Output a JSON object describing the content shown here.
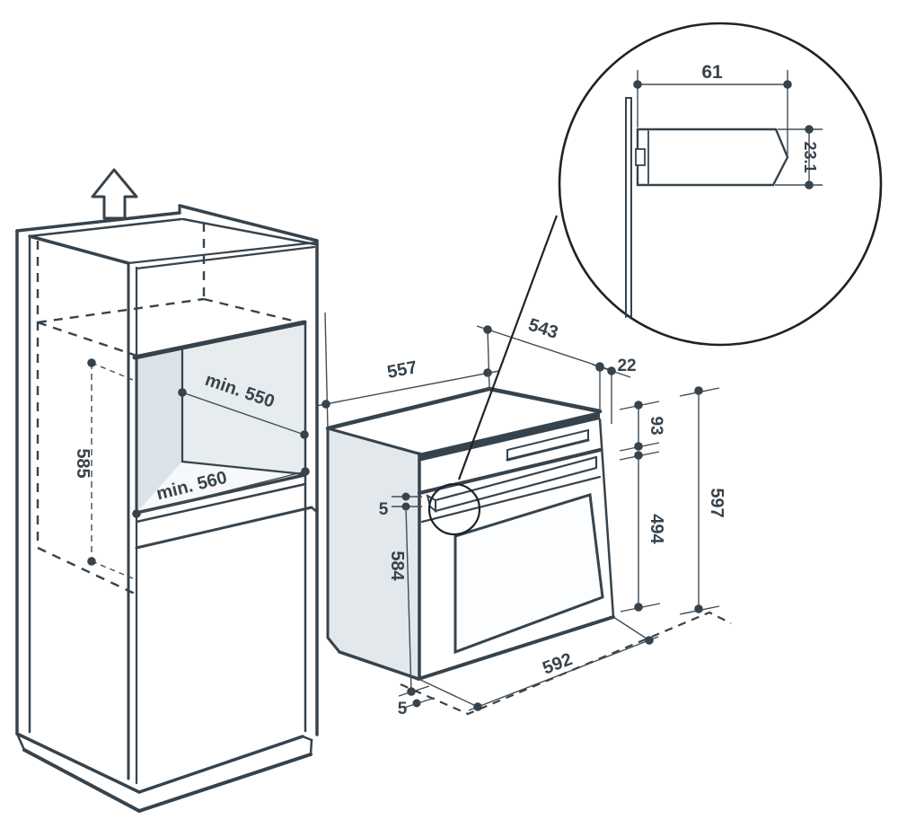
{
  "colors": {
    "line": "#37434c",
    "dim_line": "#414d56",
    "oven_side_gray": "#e2e8ec",
    "niche_wall_gray": "#dce3e8",
    "niche_back_gray": "#e7ecef"
  },
  "dims": {
    "niche_height": "585",
    "niche_depth": "min. 550",
    "niche_width": "min. 560",
    "oven_top_width": "557",
    "oven_top_depth": "543",
    "door_protrusion": "22",
    "control_panel_height": "93",
    "door_height": "494",
    "oven_total_height": "597",
    "oven_body_height": "584",
    "top_gap": "5",
    "bottom_gap": "5",
    "oven_front_width": "592",
    "handle_depth": "61",
    "handle_profile_height": "23.1"
  }
}
